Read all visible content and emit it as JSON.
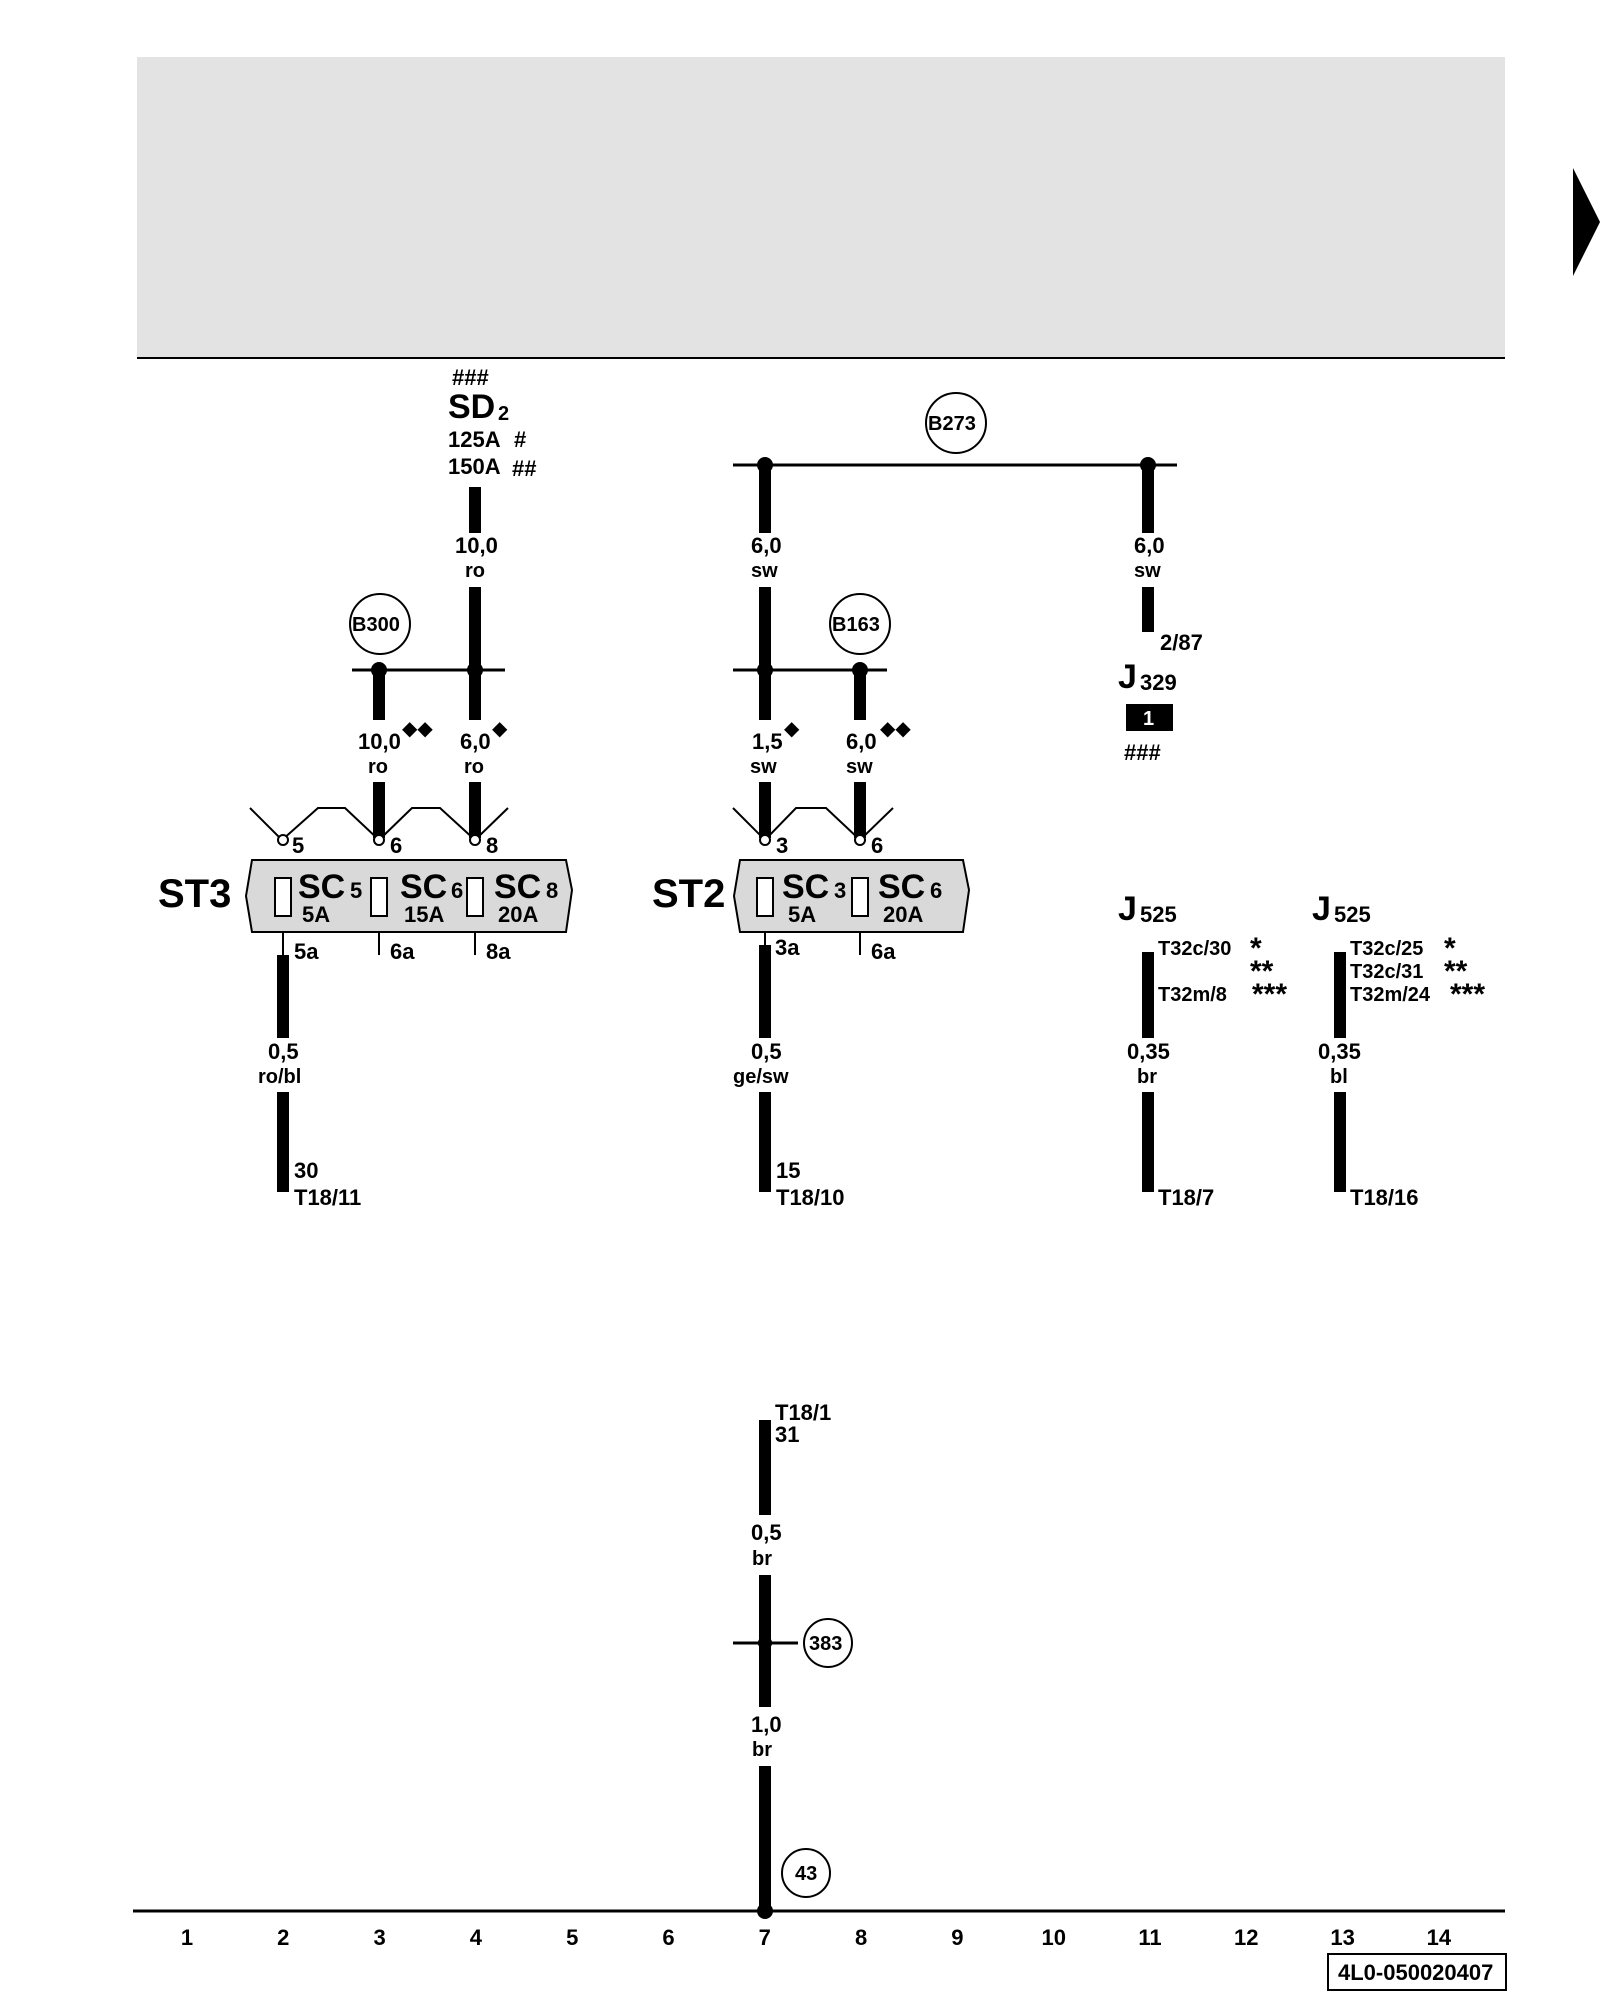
{
  "page": {
    "continue_icon": "right-triangle-icon",
    "part_number": "4L0-050020407"
  },
  "grid": [
    "1",
    "2",
    "3",
    "4",
    "5",
    "6",
    "7",
    "8",
    "9",
    "10",
    "11",
    "12",
    "13",
    "14"
  ],
  "sd": {
    "hash_top": "###",
    "name": "SD",
    "num": "2",
    "rating1": "125A",
    "rating1_mark": "#",
    "rating2": "150A",
    "rating2_mark": "##"
  },
  "refs": {
    "b300": "B300",
    "b273": "B273",
    "b163": "B163",
    "r383": "383",
    "r43": "43"
  },
  "wires": {
    "sd_out": {
      "size": "10,0",
      "color": "ro"
    },
    "w2": {
      "size": "10,0",
      "color": "ro",
      "mark": "◆◆"
    },
    "w4": {
      "size": "6,0",
      "color": "ro",
      "mark": "◆"
    },
    "w7_top": {
      "size": "6,0",
      "color": "sw"
    },
    "w7_mid": {
      "size": "1,5",
      "color": "sw",
      "mark": "◆"
    },
    "w8": {
      "size": "6,0",
      "color": "sw",
      "mark": "◆◆"
    },
    "w11_top": {
      "size": "6,0",
      "color": "sw"
    },
    "w2_low": {
      "size": "0,5",
      "color": "ro/bl"
    },
    "w7_low": {
      "size": "0,5",
      "color": "ge/sw"
    },
    "w11_low": {
      "size": "0,35",
      "color": "br"
    },
    "w13_low": {
      "size": "0,35",
      "color": "bl"
    },
    "w7_g1": {
      "size": "0,5",
      "color": "br"
    },
    "w7_g2": {
      "size": "1,0",
      "color": "br"
    }
  },
  "st3": {
    "name": "ST3",
    "pins_top": [
      "5",
      "6",
      "8"
    ],
    "pins_bot": [
      "5a",
      "6a",
      "8a"
    ],
    "fuses": [
      {
        "name": "SC",
        "num": "5",
        "amp": "5A"
      },
      {
        "name": "SC",
        "num": "6",
        "amp": "15A"
      },
      {
        "name": "SC",
        "num": "8",
        "amp": "20A"
      }
    ]
  },
  "st2": {
    "name": "ST2",
    "pins_top": [
      "3",
      "6"
    ],
    "pins_bot": [
      "3a",
      "6a"
    ],
    "fuses": [
      {
        "name": "SC",
        "num": "3",
        "amp": "5A"
      },
      {
        "name": "SC",
        "num": "6",
        "amp": "20A"
      }
    ]
  },
  "j329": {
    "name": "J",
    "num": "329",
    "pin": "2/87",
    "box": "1",
    "hash": "###"
  },
  "j525a": {
    "name": "J",
    "num": "525",
    "pin1": "T32c/30",
    "pin1_mark": "*",
    "pin2_mark": "**",
    "pin3": "T32m/8",
    "pin3_mark": "***"
  },
  "j525b": {
    "name": "J",
    "num": "525",
    "pin1": "T32c/25",
    "pin1_mark": "*",
    "pin2": "T32c/31",
    "pin2_mark": "**",
    "pin3": "T32m/24",
    "pin3_mark": "***"
  },
  "terminals": {
    "t2_num": "30",
    "t2": "T18/11",
    "t7_num": "15",
    "t7": "T18/10",
    "t11": "T18/7",
    "t13": "T18/16",
    "t7g": "T18/1",
    "t7g_num": "31"
  }
}
